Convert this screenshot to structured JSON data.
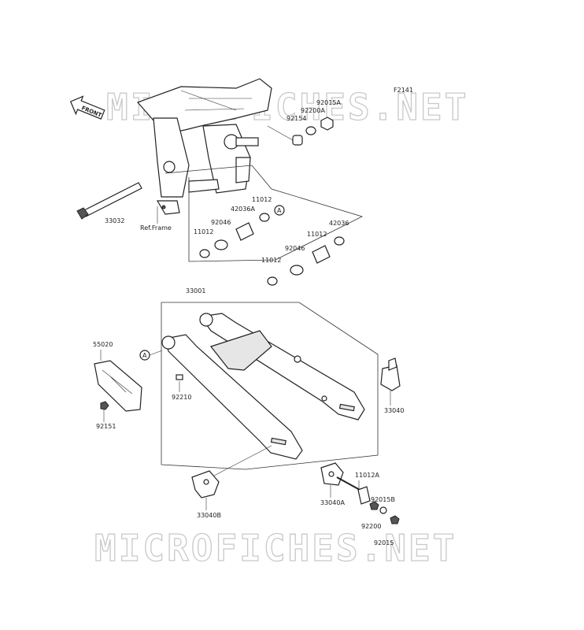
{
  "watermark": "MICROFICHES.NET",
  "figure_code": "F2141",
  "front_label": "FRONT",
  "ref_frame": "Ref.Frame",
  "callout_a": "A",
  "parts": {
    "p33032": "33032",
    "p92015A": "92015A",
    "p92200A": "92200A",
    "p92154": "92154",
    "p11012_a": "11012",
    "p42036A": "42036A",
    "p92046_a": "92046",
    "p11012_b": "11012",
    "p42036": "42036",
    "p11012_c": "11012",
    "p92046_b": "92046",
    "p11012_d": "11012",
    "p33001": "33001",
    "p55020": "55020",
    "p92210": "92210",
    "p92151": "92151",
    "p33040": "33040",
    "p11012A": "11012A",
    "p33040A": "33040A",
    "p92015B": "92015B",
    "p92200": "92200",
    "p92015": "92015",
    "p33040B": "33040B"
  }
}
